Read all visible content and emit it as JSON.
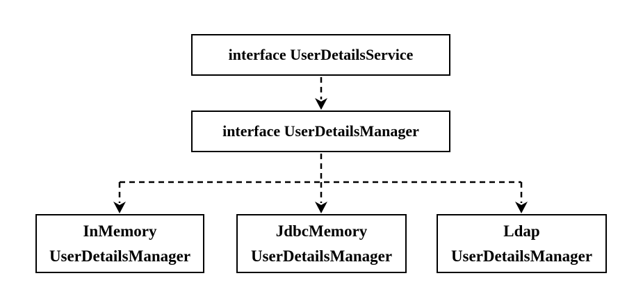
{
  "diagram": {
    "background_color": "#ffffff",
    "line_color": "#000000",
    "text_color": "#000000",
    "nodes": [
      {
        "id": "interface-user-details-service",
        "lines": [
          "interface UserDetailsService"
        ]
      },
      {
        "id": "interface-user-details-manager",
        "lines": [
          "interface UserDetailsManager"
        ]
      },
      {
        "id": "in-memory-user-details-manager",
        "lines": [
          "InMemory",
          "UserDetailsManager"
        ]
      },
      {
        "id": "jdbc-memory-user-details-manager",
        "lines": [
          "JdbcMemory",
          "UserDetailsManager"
        ]
      },
      {
        "id": "ldap-user-details-manager",
        "lines": [
          "Ldap",
          "UserDetailsManager"
        ]
      }
    ],
    "edges": [
      {
        "from": "interface-user-details-service",
        "to": "interface-user-details-manager",
        "style": "dashed-arrow"
      },
      {
        "from": "interface-user-details-manager",
        "to": "in-memory-user-details-manager",
        "style": "dashed-arrow"
      },
      {
        "from": "interface-user-details-manager",
        "to": "jdbc-memory-user-details-manager",
        "style": "dashed-arrow"
      },
      {
        "from": "interface-user-details-manager",
        "to": "ldap-user-details-manager",
        "style": "dashed-arrow"
      }
    ]
  }
}
